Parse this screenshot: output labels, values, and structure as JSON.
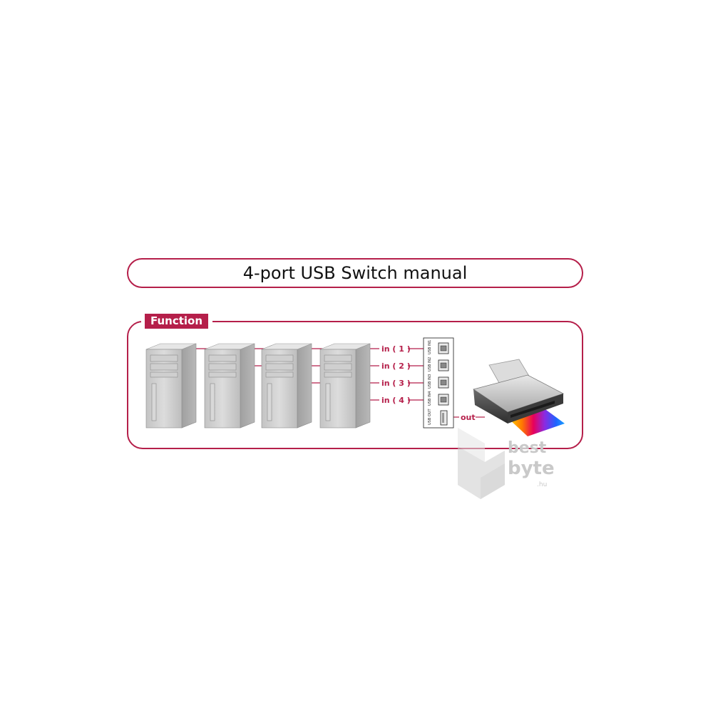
{
  "header": {
    "title": "4-port USB Switch manual"
  },
  "function_section": {
    "tab_label": "Function",
    "inputs": [
      {
        "label": "in ( 1 )",
        "port_code": "USB IN1"
      },
      {
        "label": "in ( 2 )",
        "port_code": "USB IN2"
      },
      {
        "label": "in ( 3 )",
        "port_code": "USB IN3"
      },
      {
        "label": "in ( 4 )",
        "port_code": "USB IN4"
      }
    ],
    "output": {
      "label": "out",
      "port_code": "USB OUT"
    }
  },
  "watermark": {
    "line1": "best",
    "line2": "byte",
    "suffix": ".hu"
  },
  "colors": {
    "accent": "#b51f4a",
    "tower_light": "#d3d3d3",
    "tower_dark": "#a9a9a9",
    "printer_body": "#4a4a4a"
  },
  "icons": [
    "computer-tower-icon",
    "usb-b-port-icon",
    "usb-a-port-icon",
    "printer-icon",
    "watermark-logo-icon"
  ]
}
